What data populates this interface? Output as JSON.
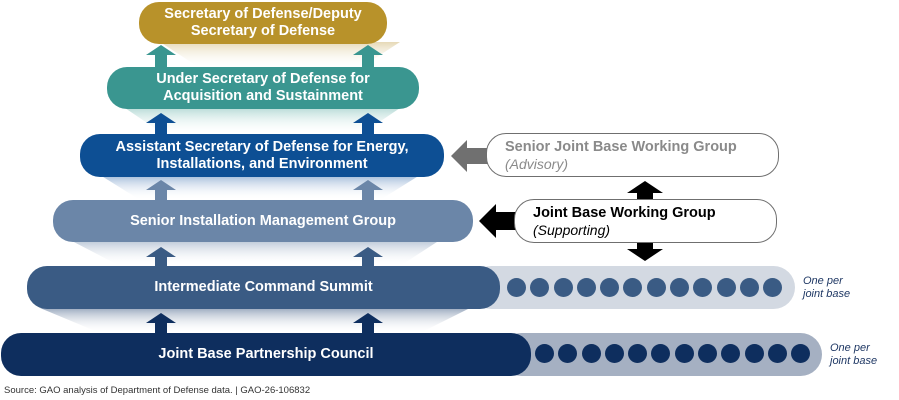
{
  "diagram": {
    "tiers": [
      {
        "id": "sec-def",
        "lines": [
          "Secretary of Defense/Deputy",
          "Secretary of Defense"
        ],
        "color": "#b8922a"
      },
      {
        "id": "usd-as",
        "lines": [
          "Under Secretary of Defense for",
          "Acquisition and Sustainment"
        ],
        "color": "#3a9690"
      },
      {
        "id": "asd-eie",
        "lines": [
          "Assistant Secretary of Defense for Energy,",
          "Installations, and Environment"
        ],
        "color": "#0d4f94"
      },
      {
        "id": "simg",
        "lines": [
          "Senior Installation Management Group"
        ],
        "color": "#6b86a8"
      },
      {
        "id": "ics",
        "lines": [
          "Intermediate Command Summit"
        ],
        "color": "#3a5b84"
      },
      {
        "id": "jbpc",
        "lines": [
          "Joint Base Partnership Council"
        ],
        "color": "#0e2e5e"
      }
    ],
    "side_groups": [
      {
        "id": "sjbwg",
        "title": "Senior Joint Base Working Group",
        "subtitle": "(Advisory)",
        "text_color": "#8a8a8a",
        "arrow_color": "#707070"
      },
      {
        "id": "jbwg",
        "title": "Joint Base Working Group",
        "subtitle": "(Supporting)",
        "text_color": "#000000",
        "arrow_color": "#000000"
      }
    ],
    "per_base_rows": [
      {
        "tier": "ics",
        "count": 12,
        "note_lines": [
          "One per",
          "joint base"
        ],
        "dot_color": "#3a5b84",
        "track_color": "#d3d9e2"
      },
      {
        "tier": "jbpc",
        "count": 12,
        "note_lines": [
          "One per",
          "joint base"
        ],
        "dot_color": "#0e2e5e",
        "track_color": "#a5b0c2"
      }
    ]
  },
  "source": "Source: GAO analysis of Department of Defense data.  |  GAO-26-106832"
}
